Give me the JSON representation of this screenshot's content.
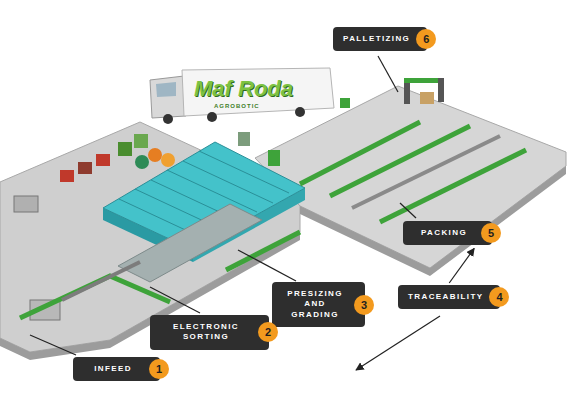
{
  "diagram": {
    "nodes": [
      {
        "text": [
          "PALLETIZING",
          "6"
        ]
      },
      {
        "text": [
          "PACKING",
          "5"
        ]
      },
      {
        "text": [
          "PRESIZING AND GRADING",
          "3"
        ]
      },
      {
        "text": [
          "TRACEABILITY",
          "4"
        ]
      },
      {
        "text": [
          "ELECTRONIC SORTING",
          "2"
        ]
      },
      {
        "text": [
          "INFEED",
          "1"
        ]
      }
    ],
    "edges": [
      {
        "from": 3,
        "to": 1,
        "arrow": "to"
      }
    ],
    "labels": [
      "Maf Roda",
      "AGROBOTIC"
    ]
  }
}
